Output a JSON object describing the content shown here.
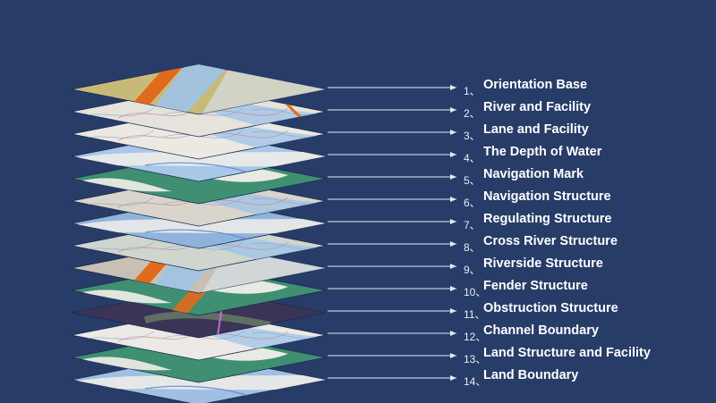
{
  "layers": [
    {
      "num": "1、",
      "label": "Orientation Base",
      "theme": "orientation-base",
      "fill": "#c9b978"
    },
    {
      "num": "2、",
      "label": "River and Facility",
      "theme": "river-and-facility",
      "fill": "#e6e2dc"
    },
    {
      "num": "3、",
      "label": "Lane and Facility",
      "theme": "lane-and-facility",
      "fill": "#ece8e2"
    },
    {
      "num": "4、",
      "label": "The Depth of Water",
      "theme": "depth-of-water",
      "fill": "#a9c8e8"
    },
    {
      "num": "5、",
      "label": "Navigation Mark",
      "theme": "navigation-mark",
      "fill": "#3f8f72"
    },
    {
      "num": "6、",
      "label": "Navigation Structure",
      "theme": "navigation-structure",
      "fill": "#d9d4cc"
    },
    {
      "num": "7、",
      "label": "Regulating Structure",
      "theme": "regulating-structure",
      "fill": "#8fb4dc"
    },
    {
      "num": "8、",
      "label": "Cross River Structure",
      "theme": "cross-river-structure",
      "fill": "#cfd6cf"
    },
    {
      "num": "9、",
      "label": "Riverside Structure",
      "theme": "riverside-structure",
      "fill": "#c8c0b4"
    },
    {
      "num": "10、",
      "label": "Fender Structure",
      "theme": "fender-structure",
      "fill": "#3f8f72"
    },
    {
      "num": "11、",
      "label": "Obstruction Structure",
      "theme": "obstruction-structure",
      "fill": "#3a3456"
    },
    {
      "num": "12、",
      "label": "Channel Boundary",
      "theme": "channel-boundary",
      "fill": "#ece9e6"
    },
    {
      "num": "13、",
      "label": "Land Structure and Facility",
      "theme": "land-structure-and-facility",
      "fill": "#3f8f72"
    },
    {
      "num": "14、",
      "label": "Land Boundary",
      "theme": "land-boundary",
      "fill": "#9fc0e2"
    }
  ],
  "colors": {
    "background": "#283c68",
    "arrow": "#e6e9f2",
    "label": "#ffffff",
    "water": "#9ec3e8",
    "orange": "#e06a1e",
    "land": "#f2efe9"
  }
}
